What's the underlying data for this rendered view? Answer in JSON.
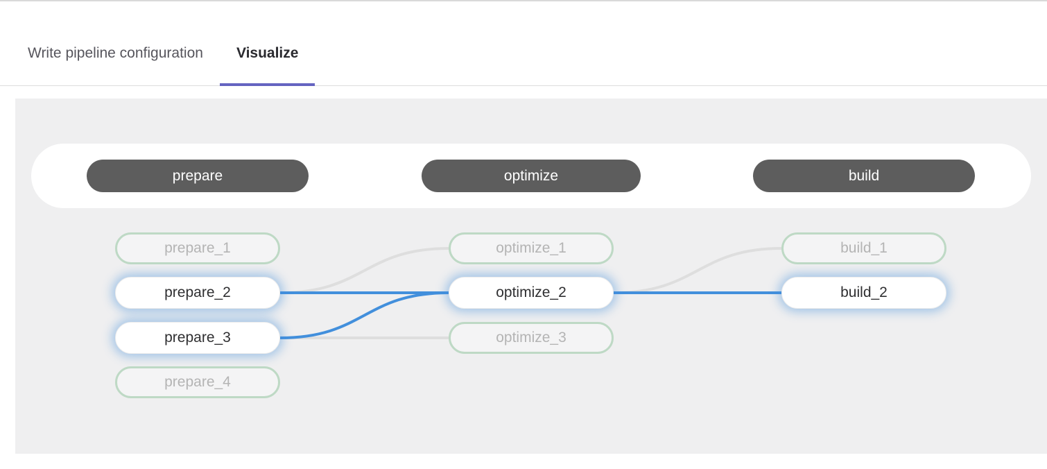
{
  "tabs": [
    {
      "label": "Write pipeline configuration",
      "active": false
    },
    {
      "label": "Visualize",
      "active": true
    }
  ],
  "colors": {
    "accent_purple": "#6564c0",
    "link_highlight_blue": "#428fdc",
    "link_dimmed_gray": "#dedede",
    "stage_pill_bg": "#5d5d5d",
    "dimmed_border_green": "#bed9c5",
    "canvas_bg": "#efeff0",
    "highlight_glow": "rgba(66,143,220,0.42)"
  },
  "pipeline": {
    "stages": [
      {
        "name": "prepare",
        "jobs": [
          {
            "name": "prepare_1",
            "state": "dimmed"
          },
          {
            "name": "prepare_2",
            "state": "highlighted"
          },
          {
            "name": "prepare_3",
            "state": "highlighted"
          },
          {
            "name": "prepare_4",
            "state": "dimmed"
          }
        ]
      },
      {
        "name": "optimize",
        "jobs": [
          {
            "name": "optimize_1",
            "state": "dimmed"
          },
          {
            "name": "optimize_2",
            "state": "highlighted"
          },
          {
            "name": "optimize_3",
            "state": "dimmed"
          }
        ]
      },
      {
        "name": "build",
        "jobs": [
          {
            "name": "build_1",
            "state": "dimmed"
          },
          {
            "name": "build_2",
            "state": "highlighted"
          }
        ]
      }
    ],
    "links": [
      {
        "from": "prepare_2",
        "to": "optimize_1",
        "state": "dimmed"
      },
      {
        "from": "prepare_3",
        "to": "optimize_3",
        "state": "dimmed"
      },
      {
        "from": "optimize_2",
        "to": "build_1",
        "state": "dimmed"
      },
      {
        "from": "prepare_2",
        "to": "optimize_2",
        "state": "highlighted"
      },
      {
        "from": "prepare_3",
        "to": "optimize_2",
        "state": "highlighted"
      },
      {
        "from": "optimize_2",
        "to": "build_2",
        "state": "highlighted"
      }
    ]
  }
}
